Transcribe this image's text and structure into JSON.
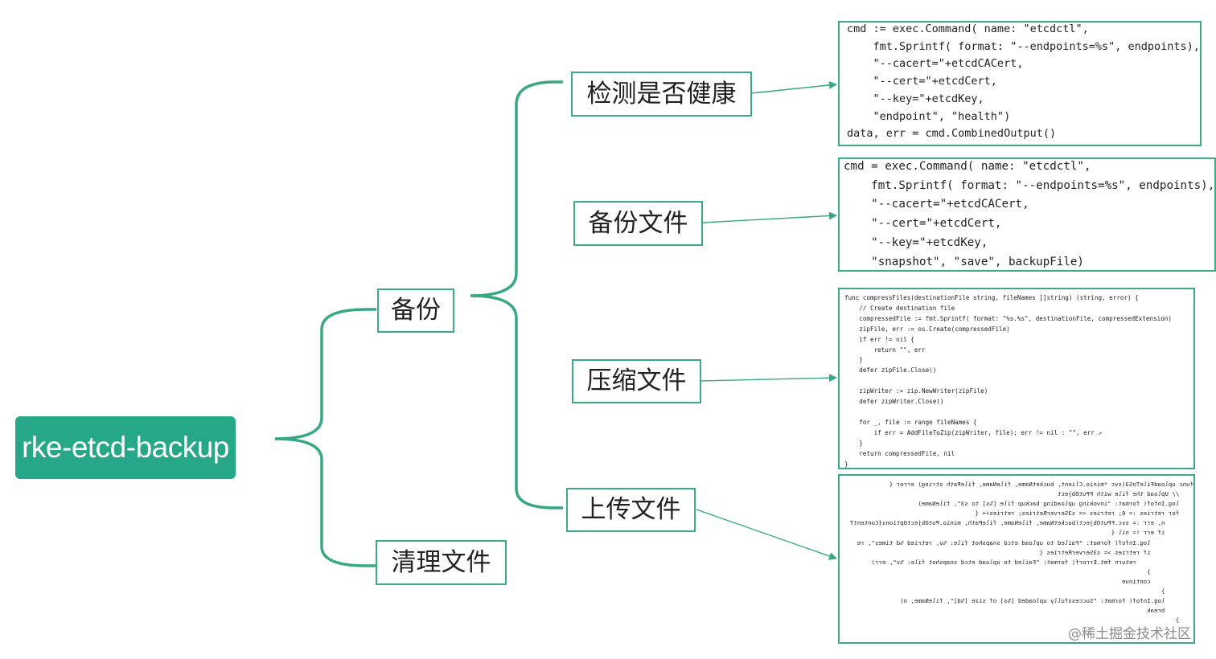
{
  "root": {
    "label": "rke-etcd-backup"
  },
  "branches": {
    "backup": "备份",
    "cleanup": "清理文件"
  },
  "steps": {
    "health": "检测是否健康",
    "backup_file": "备份文件",
    "compress": "压缩文件",
    "upload": "上传文件"
  },
  "code_health": [
    "cmd := exec.Command( name: \"etcdctl\",",
    "    fmt.Sprintf( format: \"--endpoints=%s\", endpoints),",
    "    \"--cacert=\"+etcdCACert,",
    "    \"--cert=\"+etcdCert,",
    "    \"--key=\"+etcdKey,",
    "    \"endpoint\", \"health\")",
    "data, err = cmd.CombinedOutput()"
  ],
  "code_backup": [
    "cmd = exec.Command( name: \"etcdctl\",",
    "    fmt.Sprintf( format: \"--endpoints=%s\", endpoints),",
    "    \"--cacert=\"+etcdCACert,",
    "    \"--cert=\"+etcdCert,",
    "    \"--key=\"+etcdKey,",
    "    \"snapshot\", \"save\", backupFile)"
  ],
  "code_compress": [
    "func compressFiles(destinationFile string, fileNames []string) (string, error) {",
    "    // Create destination file",
    "    compressedFile := fmt.Sprintf( format: \"%s.%s\", destinationFile, compressedExtension)",
    "    zipFile, err := os.Create(compressedFile)",
    "    if err != nil {",
    "        return \"\", err",
    "    }",
    "    defer zipFile.Close()",
    "",
    "    zipWriter := zip.NewWriter(zipFile)",
    "    defer zipWriter.Close()",
    "",
    "    for _, file := range fileNames {",
    "        if err = AddFileToZip(zipWriter, file); err != nil : \"\", err ↗",
    "    }",
    "    return compressedFile, nil",
    "}"
  ],
  "code_upload": [
    "func uploadFileToS3(svc *minio.Client, bucketName, fileName, filePath string) error {",
    "    // Upload the file with FPutObject",
    "    log.Infof( format: \"invoking uploading backup file [%s] to s3\", fileName)",
    "    for retries := 0; retries <= s3ServerRetries; retries++ {",
    "        n, err := svc.FPutObject(bucketName, fileName, filePath, minio.PutObjectOptions{ContentT",
    "        if err != nil {",
    "            log.Infof( format: \"Failed to upload etcd snapshot file: %v, retried %d times\", re",
    "            if retries >= s3ServerRetries {",
    "                return fmt.Errorf( format: \"Failed to upload etcd snapshot file: %v\", err)",
    "            }",
    "            continue",
    "        }",
    "        log.Infof( format: \"Successfully uploaded [%s] of size [%d]\", fileName, n)",
    "        break",
    "    }"
  ],
  "watermark": "@稀土掘金技术社区",
  "colors": {
    "accent": "#26a787",
    "border": "#3aaa8a",
    "arrow": "#37a786"
  }
}
